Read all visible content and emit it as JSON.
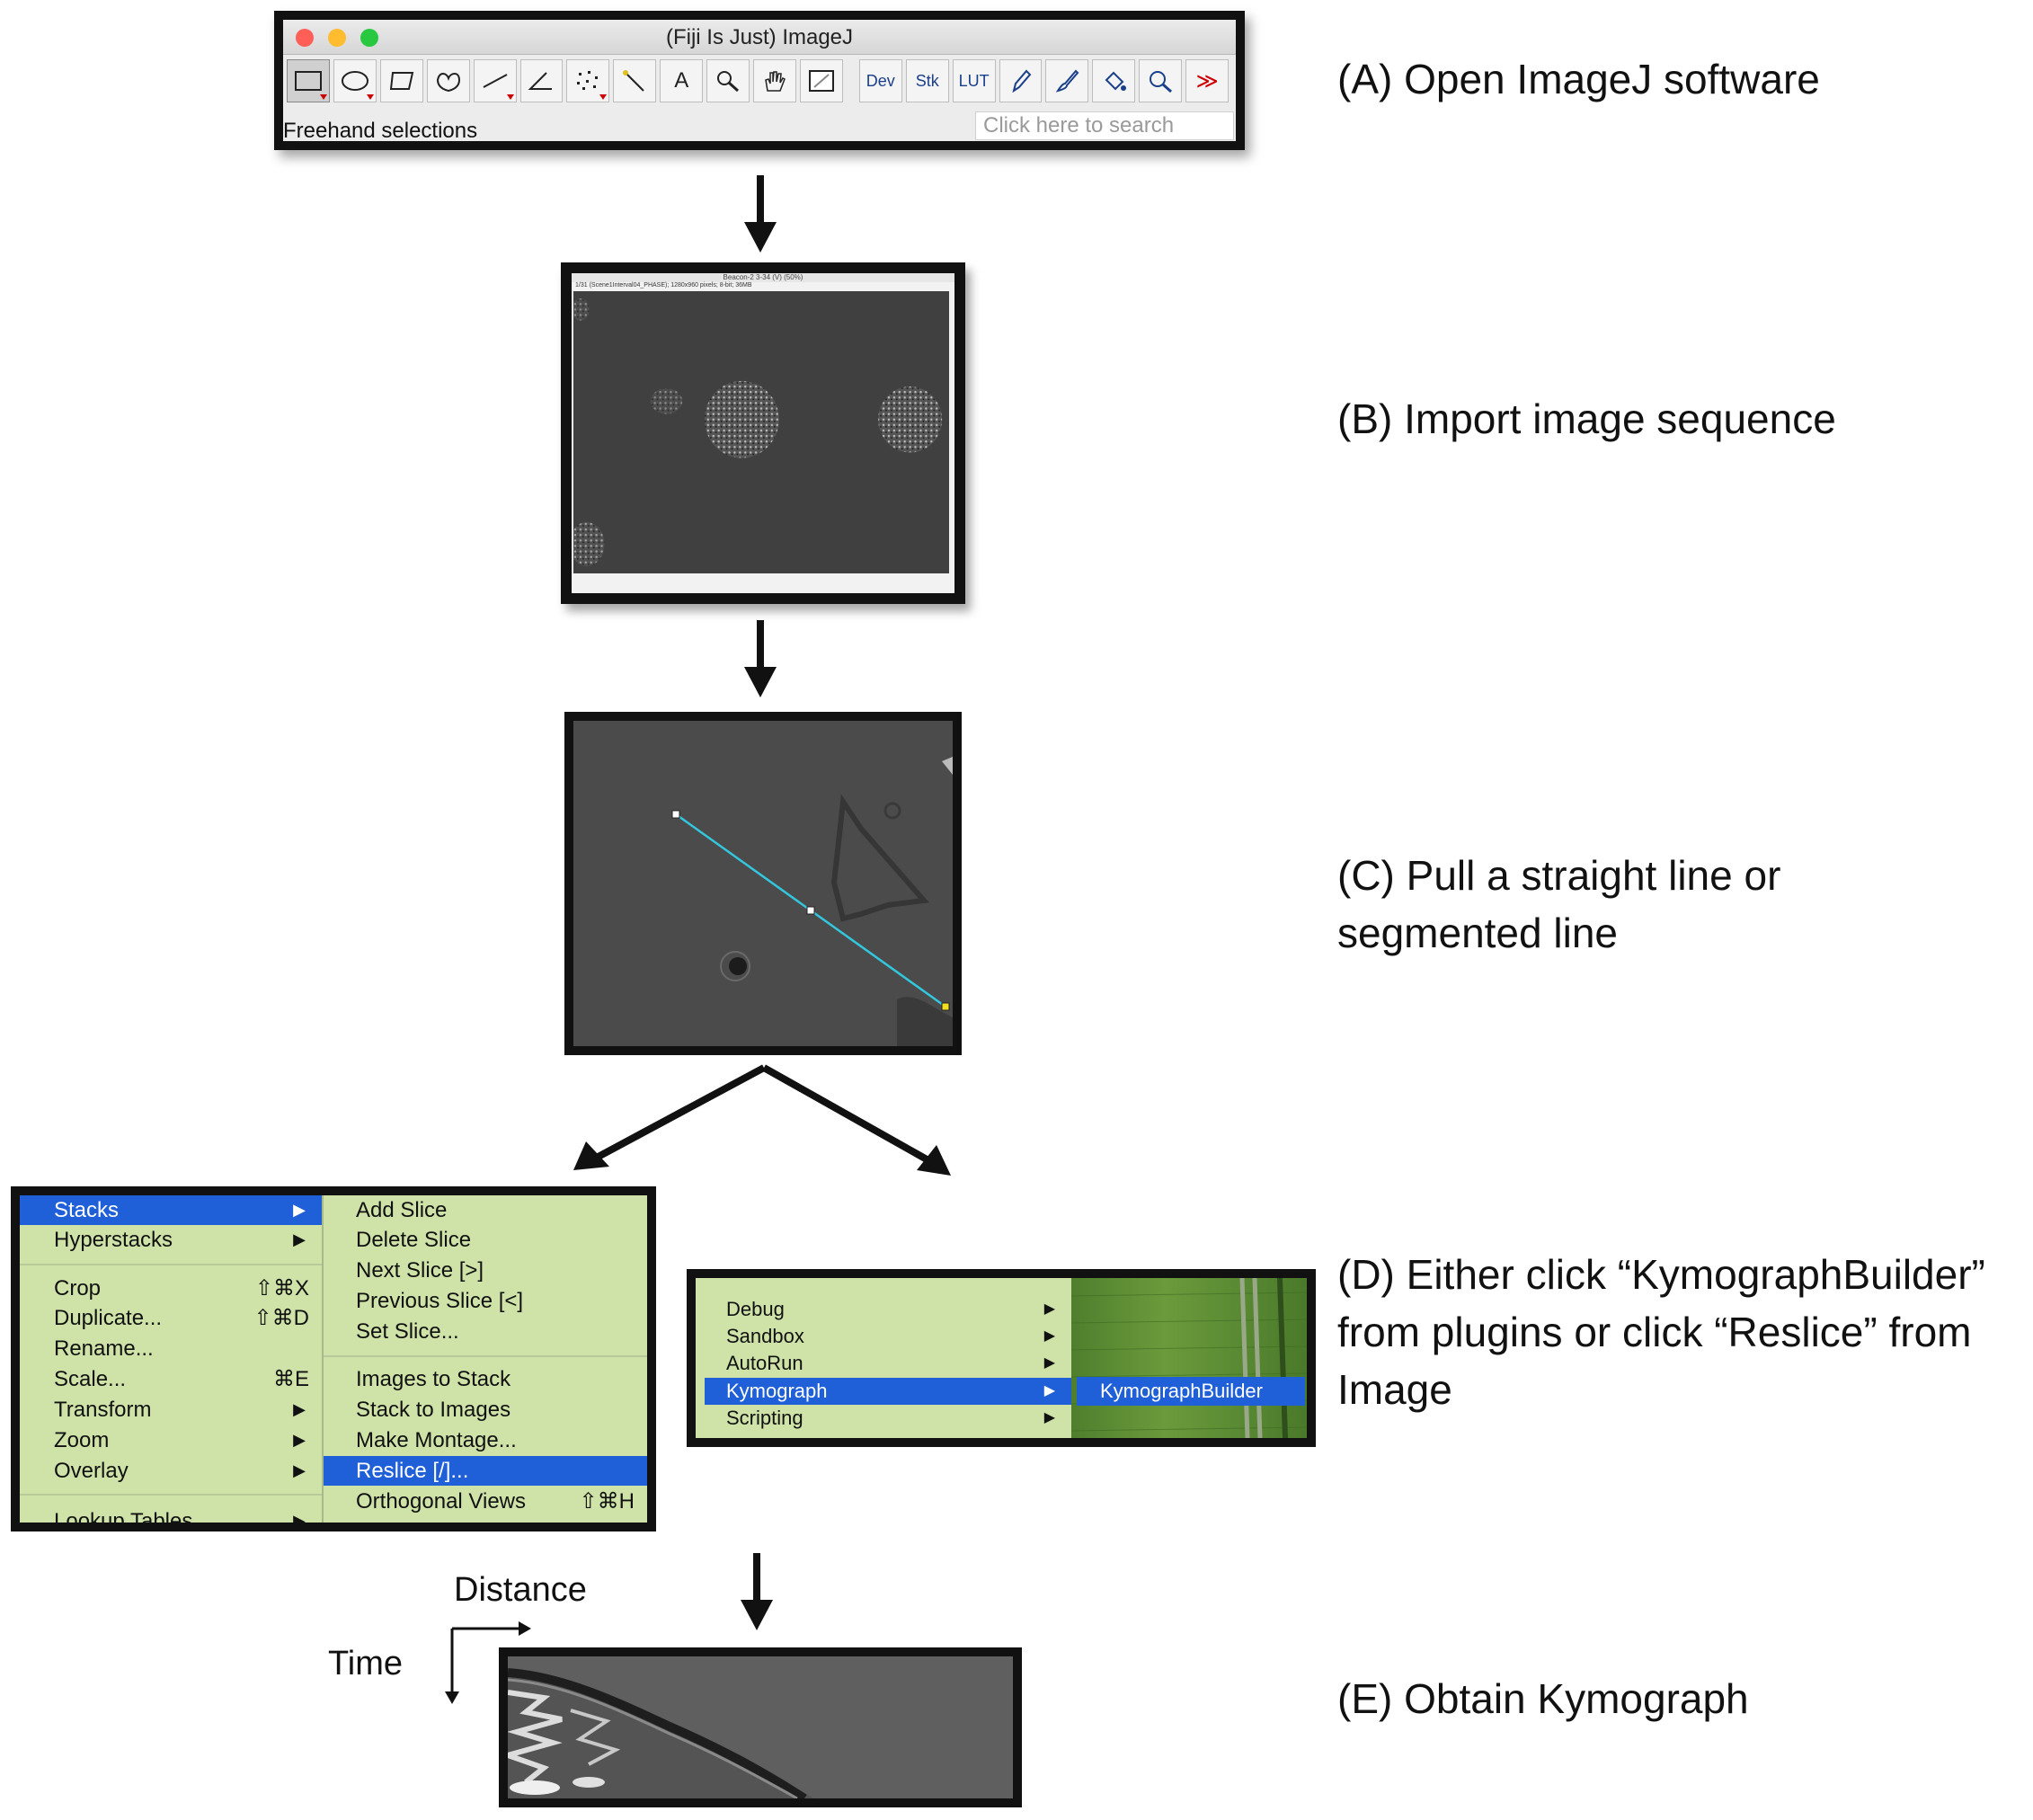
{
  "steps": {
    "a": [
      "(A) Open ImageJ software"
    ],
    "b": [
      "(B) Import image sequence"
    ],
    "c": [
      "(C) Pull a straight line or",
      "segmented line"
    ],
    "d": [
      "(D) Either click “KymographBuilder”",
      "from plugins or click “Reslice” from",
      "Image"
    ],
    "e": [
      "(E) Obtain Kymograph"
    ]
  },
  "imagej": {
    "title": "(Fiji Is Just) ImageJ",
    "status": "Freehand selections",
    "search_placeholder": "Click here to search",
    "tool_text": {
      "text_tool": "A",
      "dev": "Dev",
      "stk": "Stk",
      "lut": "LUT",
      "more": "≫"
    }
  },
  "sequence_window": {
    "title": "Beacon-2 3-34 (V) (50%)",
    "info": "1/31 (Scene1Interval04_PHASE); 1280x960 pixels; 8-bit; 36MB"
  },
  "image_menu": {
    "left": [
      {
        "label": "Stacks",
        "arrow": "▶",
        "highlight": true
      },
      {
        "label": "Hyperstacks",
        "arrow": "▶"
      },
      {
        "label": "Crop",
        "shortcut": "⇧⌘X"
      },
      {
        "label": "Duplicate...",
        "shortcut": "⇧⌘D"
      },
      {
        "label": "Rename..."
      },
      {
        "label": "Scale...",
        "shortcut": "⌘E"
      },
      {
        "label": "Transform",
        "arrow": "▶"
      },
      {
        "label": "Zoom",
        "arrow": "▶"
      },
      {
        "label": "Overlay",
        "arrow": "▶"
      },
      {
        "label": "Lookup Tables",
        "arrow": "▶"
      }
    ],
    "right": [
      {
        "label": "Add Slice"
      },
      {
        "label": "Delete Slice"
      },
      {
        "label": "Next Slice [>]"
      },
      {
        "label": "Previous Slice [<]"
      },
      {
        "label": "Set Slice..."
      },
      {
        "label": "Images to Stack"
      },
      {
        "label": "Stack to Images"
      },
      {
        "label": "Make Montage..."
      },
      {
        "label": "Reslice [/]...",
        "highlight": true
      },
      {
        "label": "Orthogonal Views",
        "shortcut": "⇧⌘H"
      }
    ]
  },
  "plugins_menu": {
    "items": [
      {
        "label": "Debug",
        "arrow": "▶"
      },
      {
        "label": "Sandbox",
        "arrow": "▶"
      },
      {
        "label": "AutoRun",
        "arrow": "▶"
      },
      {
        "label": "Kymograph",
        "arrow": "▶",
        "highlight": true
      },
      {
        "label": "Scripting",
        "arrow": "▶"
      }
    ],
    "submenu": "KymographBuilder"
  },
  "kymograph": {
    "distance_label": "Distance",
    "time_label": "Time"
  }
}
